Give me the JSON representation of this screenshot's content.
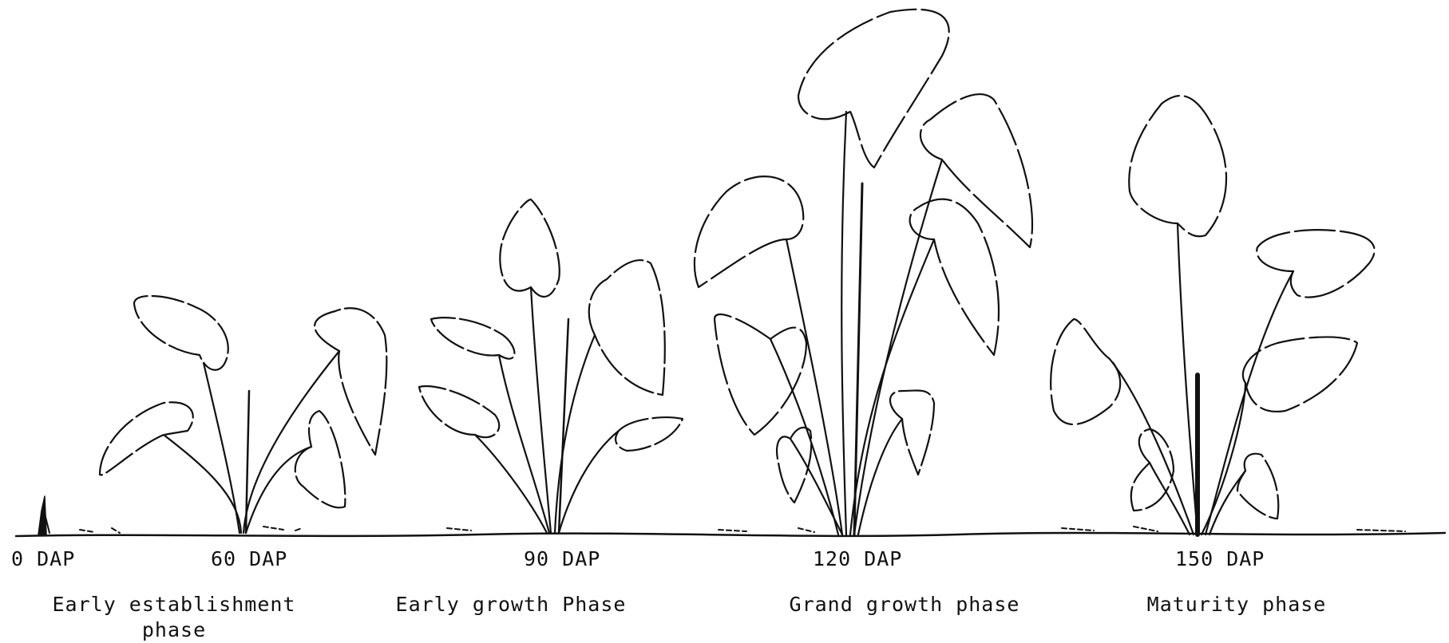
{
  "stages": [
    {
      "id": "s0",
      "dap": "0 DAP"
    },
    {
      "id": "s60",
      "dap": "60 DAP"
    },
    {
      "id": "s90",
      "dap": "90 DAP"
    },
    {
      "id": "s120",
      "dap": "120 DAP"
    },
    {
      "id": "s150",
      "dap": "150 DAP"
    }
  ],
  "phases": [
    {
      "line1": "Early establishment",
      "line2": "phase"
    },
    {
      "line1": "Early growth Phase"
    },
    {
      "line1": "Grand growth phase"
    },
    {
      "line1": "Maturity phase"
    }
  ],
  "colors": {
    "ink": "#111111",
    "paper": "#ffffff"
  }
}
